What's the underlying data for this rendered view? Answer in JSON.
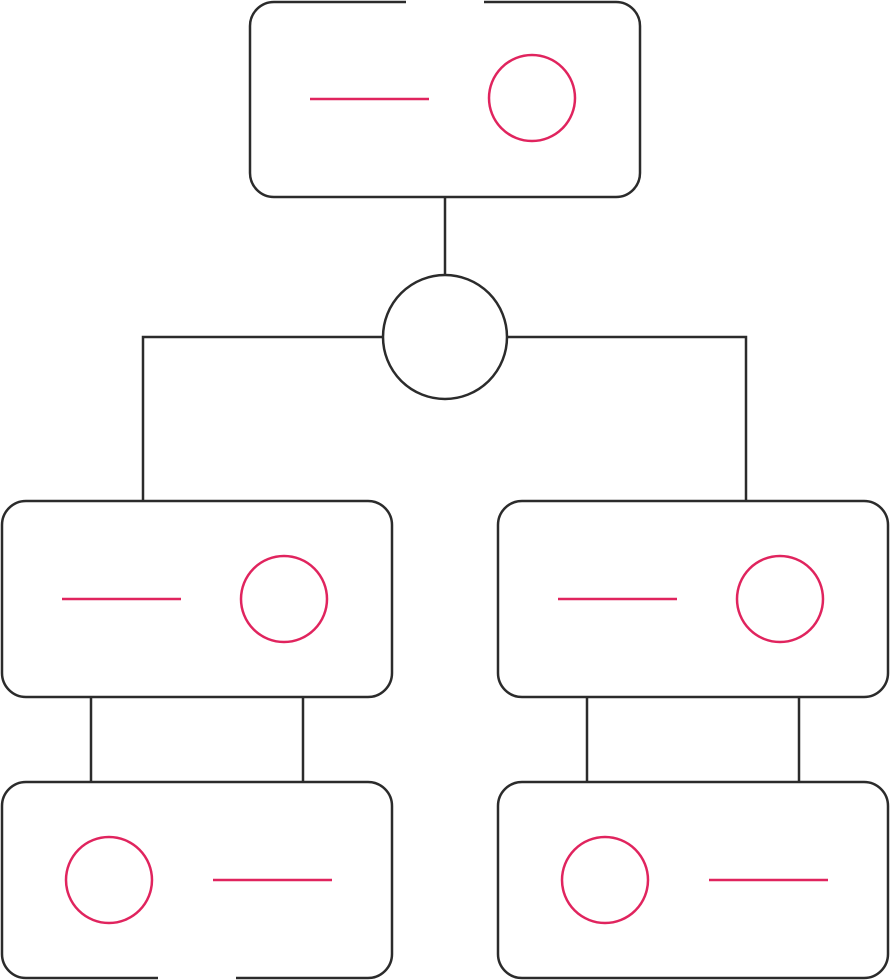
{
  "icon": {
    "name": "hierarchy-structure-icon",
    "colors": {
      "outline": "#2b2b2b",
      "accent": "#e0245e",
      "background": "#ffffff"
    },
    "nodes": [
      {
        "id": "root",
        "icon": "server-node-icon",
        "layout": "line-then-circle"
      },
      {
        "id": "mid-left",
        "icon": "server-node-icon",
        "layout": "line-then-circle"
      },
      {
        "id": "mid-right",
        "icon": "server-node-icon",
        "layout": "line-then-circle"
      },
      {
        "id": "bottom-left",
        "icon": "server-node-icon",
        "layout": "circle-then-line"
      },
      {
        "id": "bottom-right",
        "icon": "server-node-icon",
        "layout": "circle-then-line"
      }
    ],
    "hub": {
      "icon": "junction-node-icon"
    }
  }
}
